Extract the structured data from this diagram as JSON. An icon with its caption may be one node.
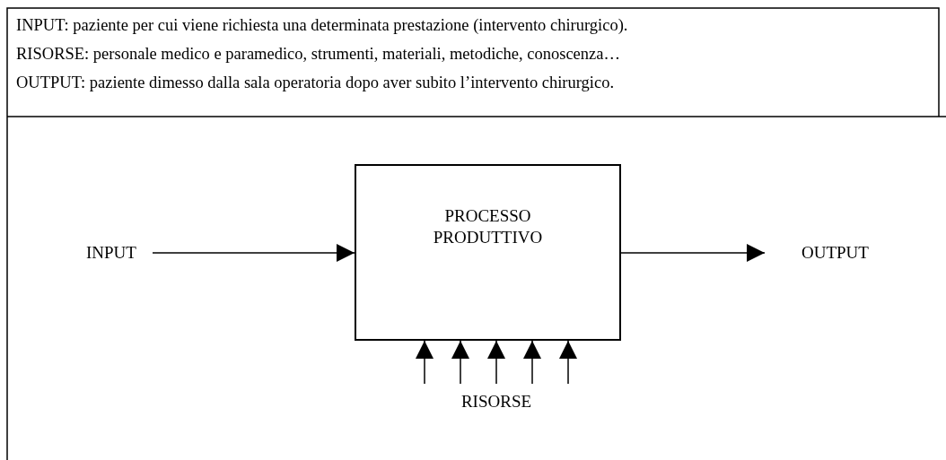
{
  "diagram": {
    "nodes": [
      {
        "text": [
          "INPUT"
        ]
      },
      {
        "text": [
          "PROCESSO PRODUTTIVO"
        ]
      },
      {
        "text": [
          "OUTPUT"
        ]
      },
      {
        "text": [
          "RISORSE"
        ]
      }
    ],
    "edges": [
      {
        "from": 0,
        "to": 1,
        "arrow": "to"
      },
      {
        "from": 1,
        "to": 2,
        "arrow": "to"
      },
      {
        "from": 3,
        "to": 1,
        "arrow": "to"
      },
      {
        "from": 3,
        "to": 1,
        "arrow": "to"
      },
      {
        "from": 3,
        "to": 1,
        "arrow": "to"
      },
      {
        "from": 3,
        "to": 1,
        "arrow": "to"
      },
      {
        "from": 3,
        "to": 1,
        "arrow": "to"
      }
    ],
    "labels": [
      "INPUT: paziente per cui viene richiesta una determinata prestazione (intervento chirurgico).",
      "RISORSE: personale medico e paramedico, strumenti, materiali, metodiche, conoscenza…",
      "OUTPUT: paziente dimesso dalla sala operatoria dopo aver subito l’intervento chirurgico."
    ]
  }
}
